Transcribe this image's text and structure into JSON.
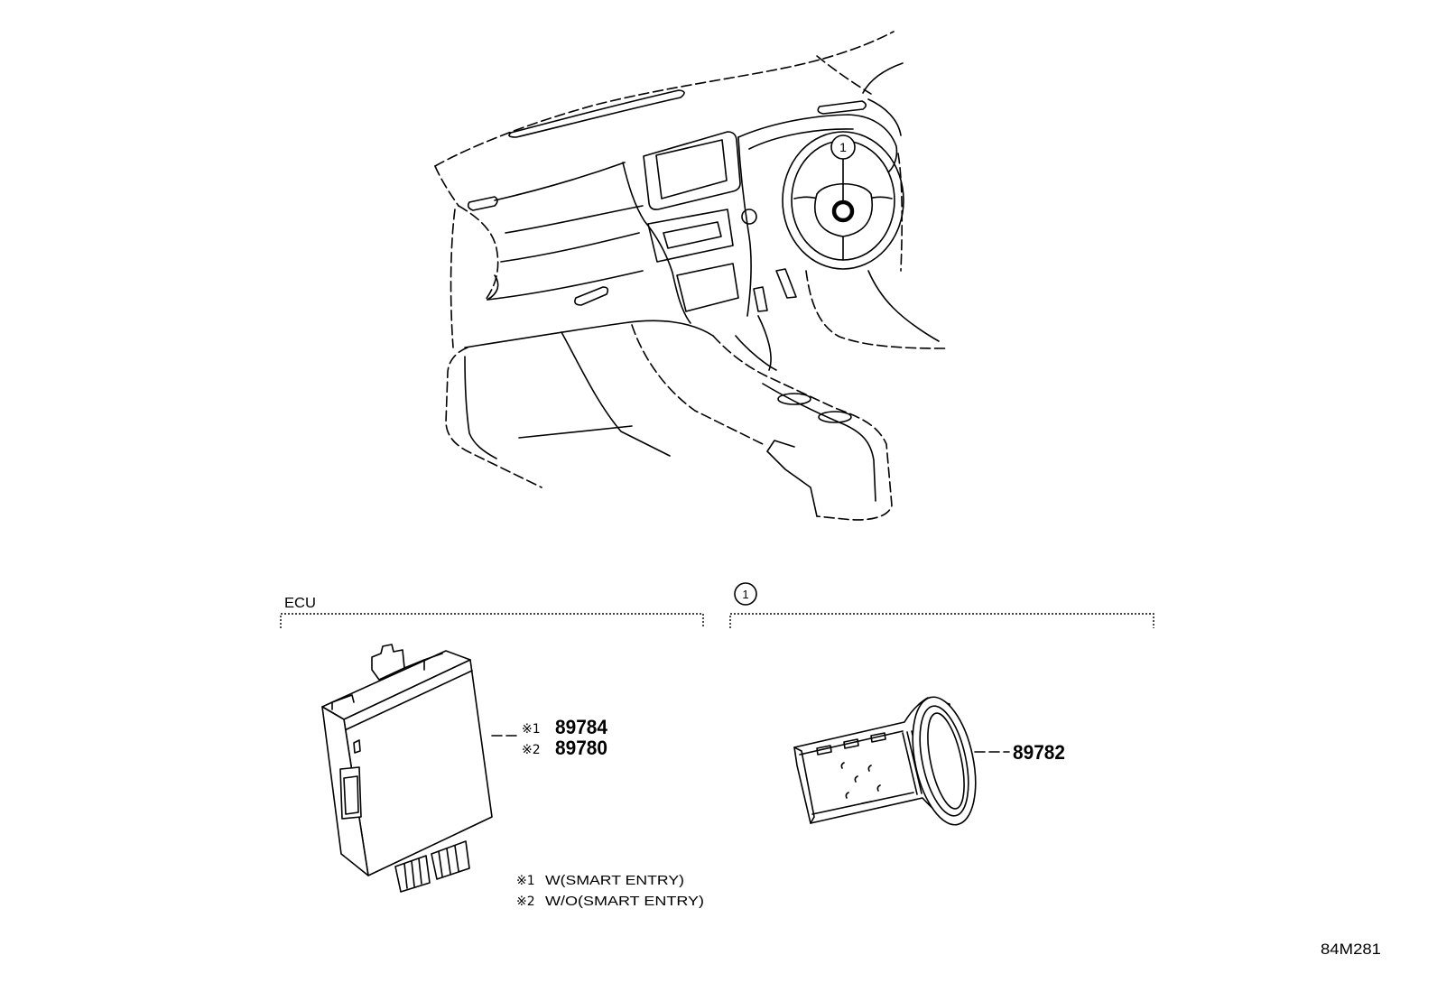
{
  "diagram": {
    "code": "84M281"
  },
  "illustration": {
    "steering_callout": "1"
  },
  "sections": {
    "ecu": {
      "label": "ECU",
      "parts": [
        {
          "marker": "※1",
          "number": "89784"
        },
        {
          "marker": "※2",
          "number": "89780"
        }
      ]
    },
    "switch": {
      "callout": "1",
      "parts": [
        {
          "number": "89782"
        }
      ]
    }
  },
  "notes": [
    {
      "marker": "※1",
      "text": "W(SMART ENTRY)"
    },
    {
      "marker": "※2",
      "text": "W/O(SMART ENTRY)"
    }
  ],
  "colors": {
    "line": "#000000",
    "background": "#ffffff"
  }
}
